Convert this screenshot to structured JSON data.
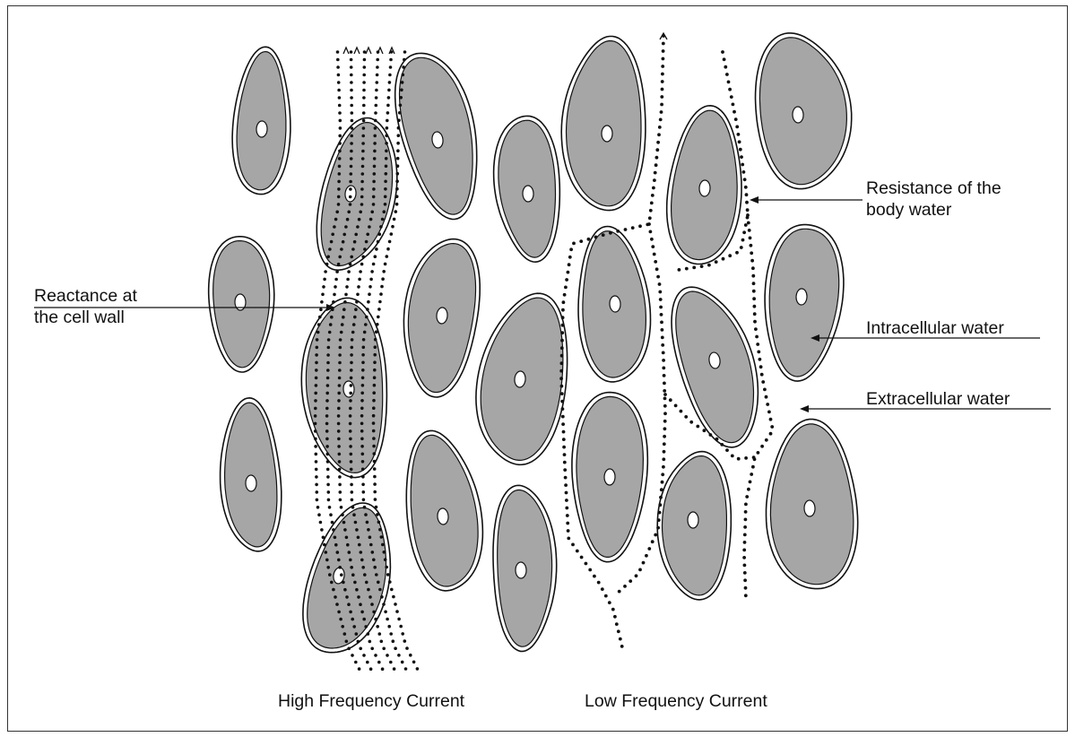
{
  "colors": {
    "cell_fill": "#a6a6a6",
    "cell_outline": "#111111",
    "membrane_gap": "#ffffff",
    "current_dots": "#111111",
    "text": "#111111"
  },
  "labels": {
    "resistance": [
      "Resistance of the",
      "body water"
    ],
    "reactance": [
      "Reactance at",
      "the cell wall"
    ],
    "intracellular": "Intracellular water",
    "extracellular": "Extracellular water",
    "high_frequency": "High Frequency Current",
    "low_frequency": "Low Frequency Current"
  }
}
